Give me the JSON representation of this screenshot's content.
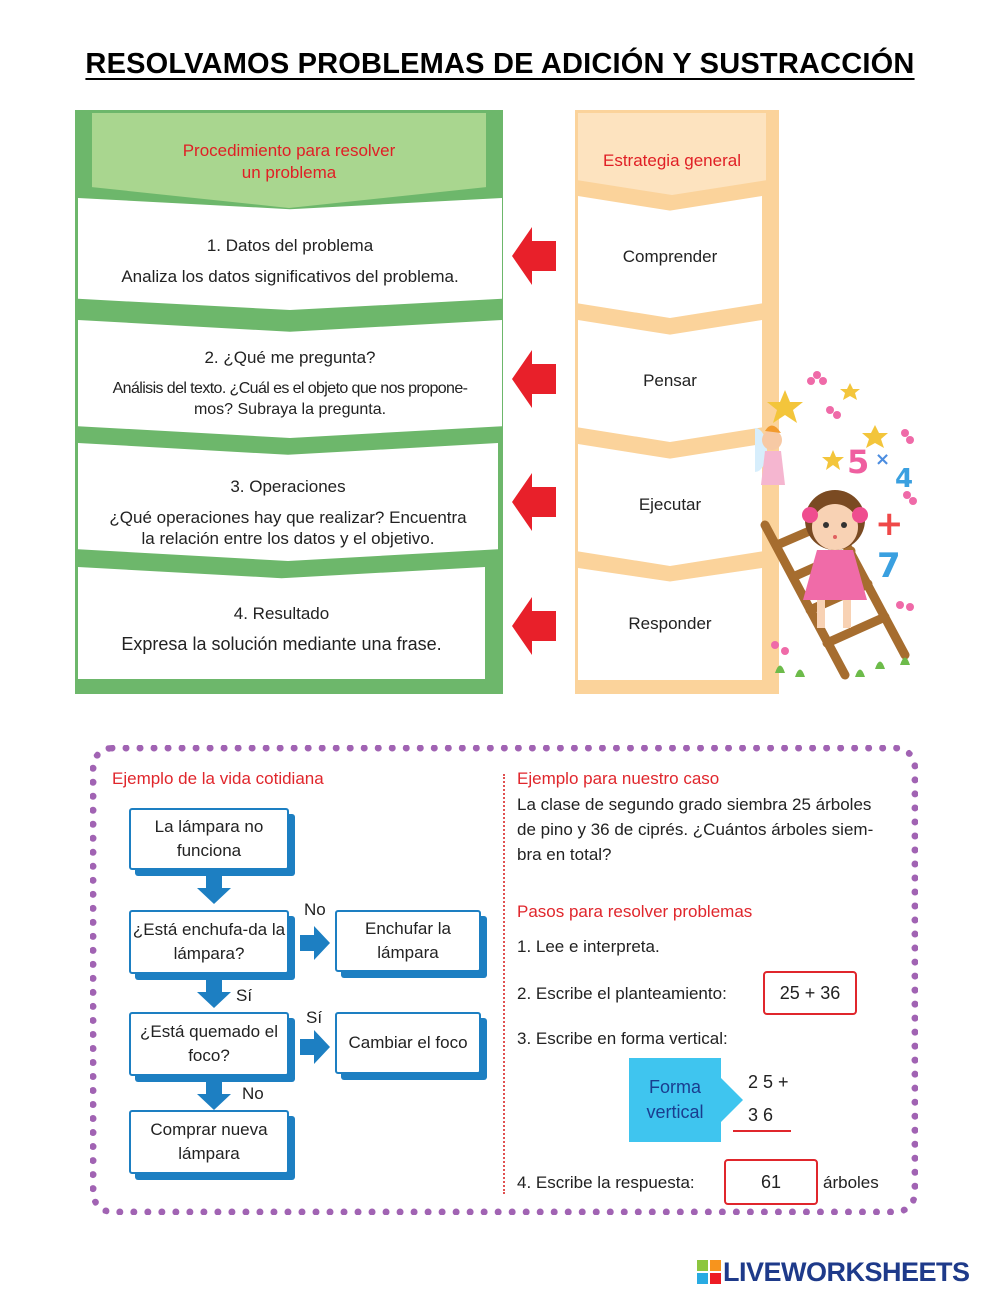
{
  "title": "RESOLVAMOS PROBLEMAS DE ADICIÓN Y SUSTRACCIÓN",
  "procedure": {
    "header_line1": "Procedimiento para resolver",
    "header_line2": "un problema",
    "steps": [
      {
        "title": "1.  Datos del problema",
        "desc": "Analiza los datos significativos del problema."
      },
      {
        "title": "2.  ¿Qué me pregunta?",
        "desc": "Análisis del texto.  ¿Cuál es el objeto que nos propone-",
        "desc2": "mos? Subraya la pregunta."
      },
      {
        "title": "3.  Operaciones",
        "desc": "¿Qué operaciones hay que realizar? Encuentra",
        "desc2": "la relación entre los datos y el objetivo."
      },
      {
        "title": "4.  Resultado",
        "desc": "Expresa la solución mediante una frase."
      }
    ]
  },
  "strategy": {
    "header": "Estrategia general",
    "items": [
      "Comprender",
      "Pensar",
      "Ejecutar",
      "Responder"
    ]
  },
  "daily_example": {
    "label": "Ejemplo de la vida cotidiana",
    "boxes": {
      "lamp_broken": "La lámpara no funciona",
      "plugged_q": "¿Está enchufa-da la lámpara?",
      "plug_in": "Enchufar la lámpara",
      "burnt_q": "¿Está quemado el foco?",
      "change_bulb": "Cambiar el foco",
      "buy_new": "Comprar nueva lámpara"
    },
    "labels": {
      "no1": "No",
      "si1": "Sí",
      "si2": "Sí",
      "no2": "No"
    }
  },
  "our_example": {
    "label": "Ejemplo para nuestro caso",
    "problem_lines": [
      "La clase de segundo grado siembra 25 árboles",
      "de pino y 36 de ciprés. ¿Cuántos árboles siem-",
      "bra en total?"
    ],
    "steps_label": "Pasos para resolver problemas",
    "step1": "1. Lee e interpreta.",
    "step2": "2. Escribe el planteamiento:",
    "step2_answer": "25 + 36",
    "step3": "3. Escribe en forma vertical:",
    "vertical_line1": "Forma",
    "vertical_line2": "vertical",
    "vertical_top": "2 5 +",
    "vertical_bottom": "3 6",
    "step4": "4. Escribe la respuesta:",
    "step4_answer": "61",
    "step4_unit": "árboles"
  },
  "footer": {
    "logo_text": "LIVEWORKSHEETS"
  },
  "colors": {
    "red": "#e0262c",
    "green": "#6db76b",
    "orange": "#fbd39b",
    "blue": "#1d7fc2",
    "purple": "#a163b3"
  }
}
